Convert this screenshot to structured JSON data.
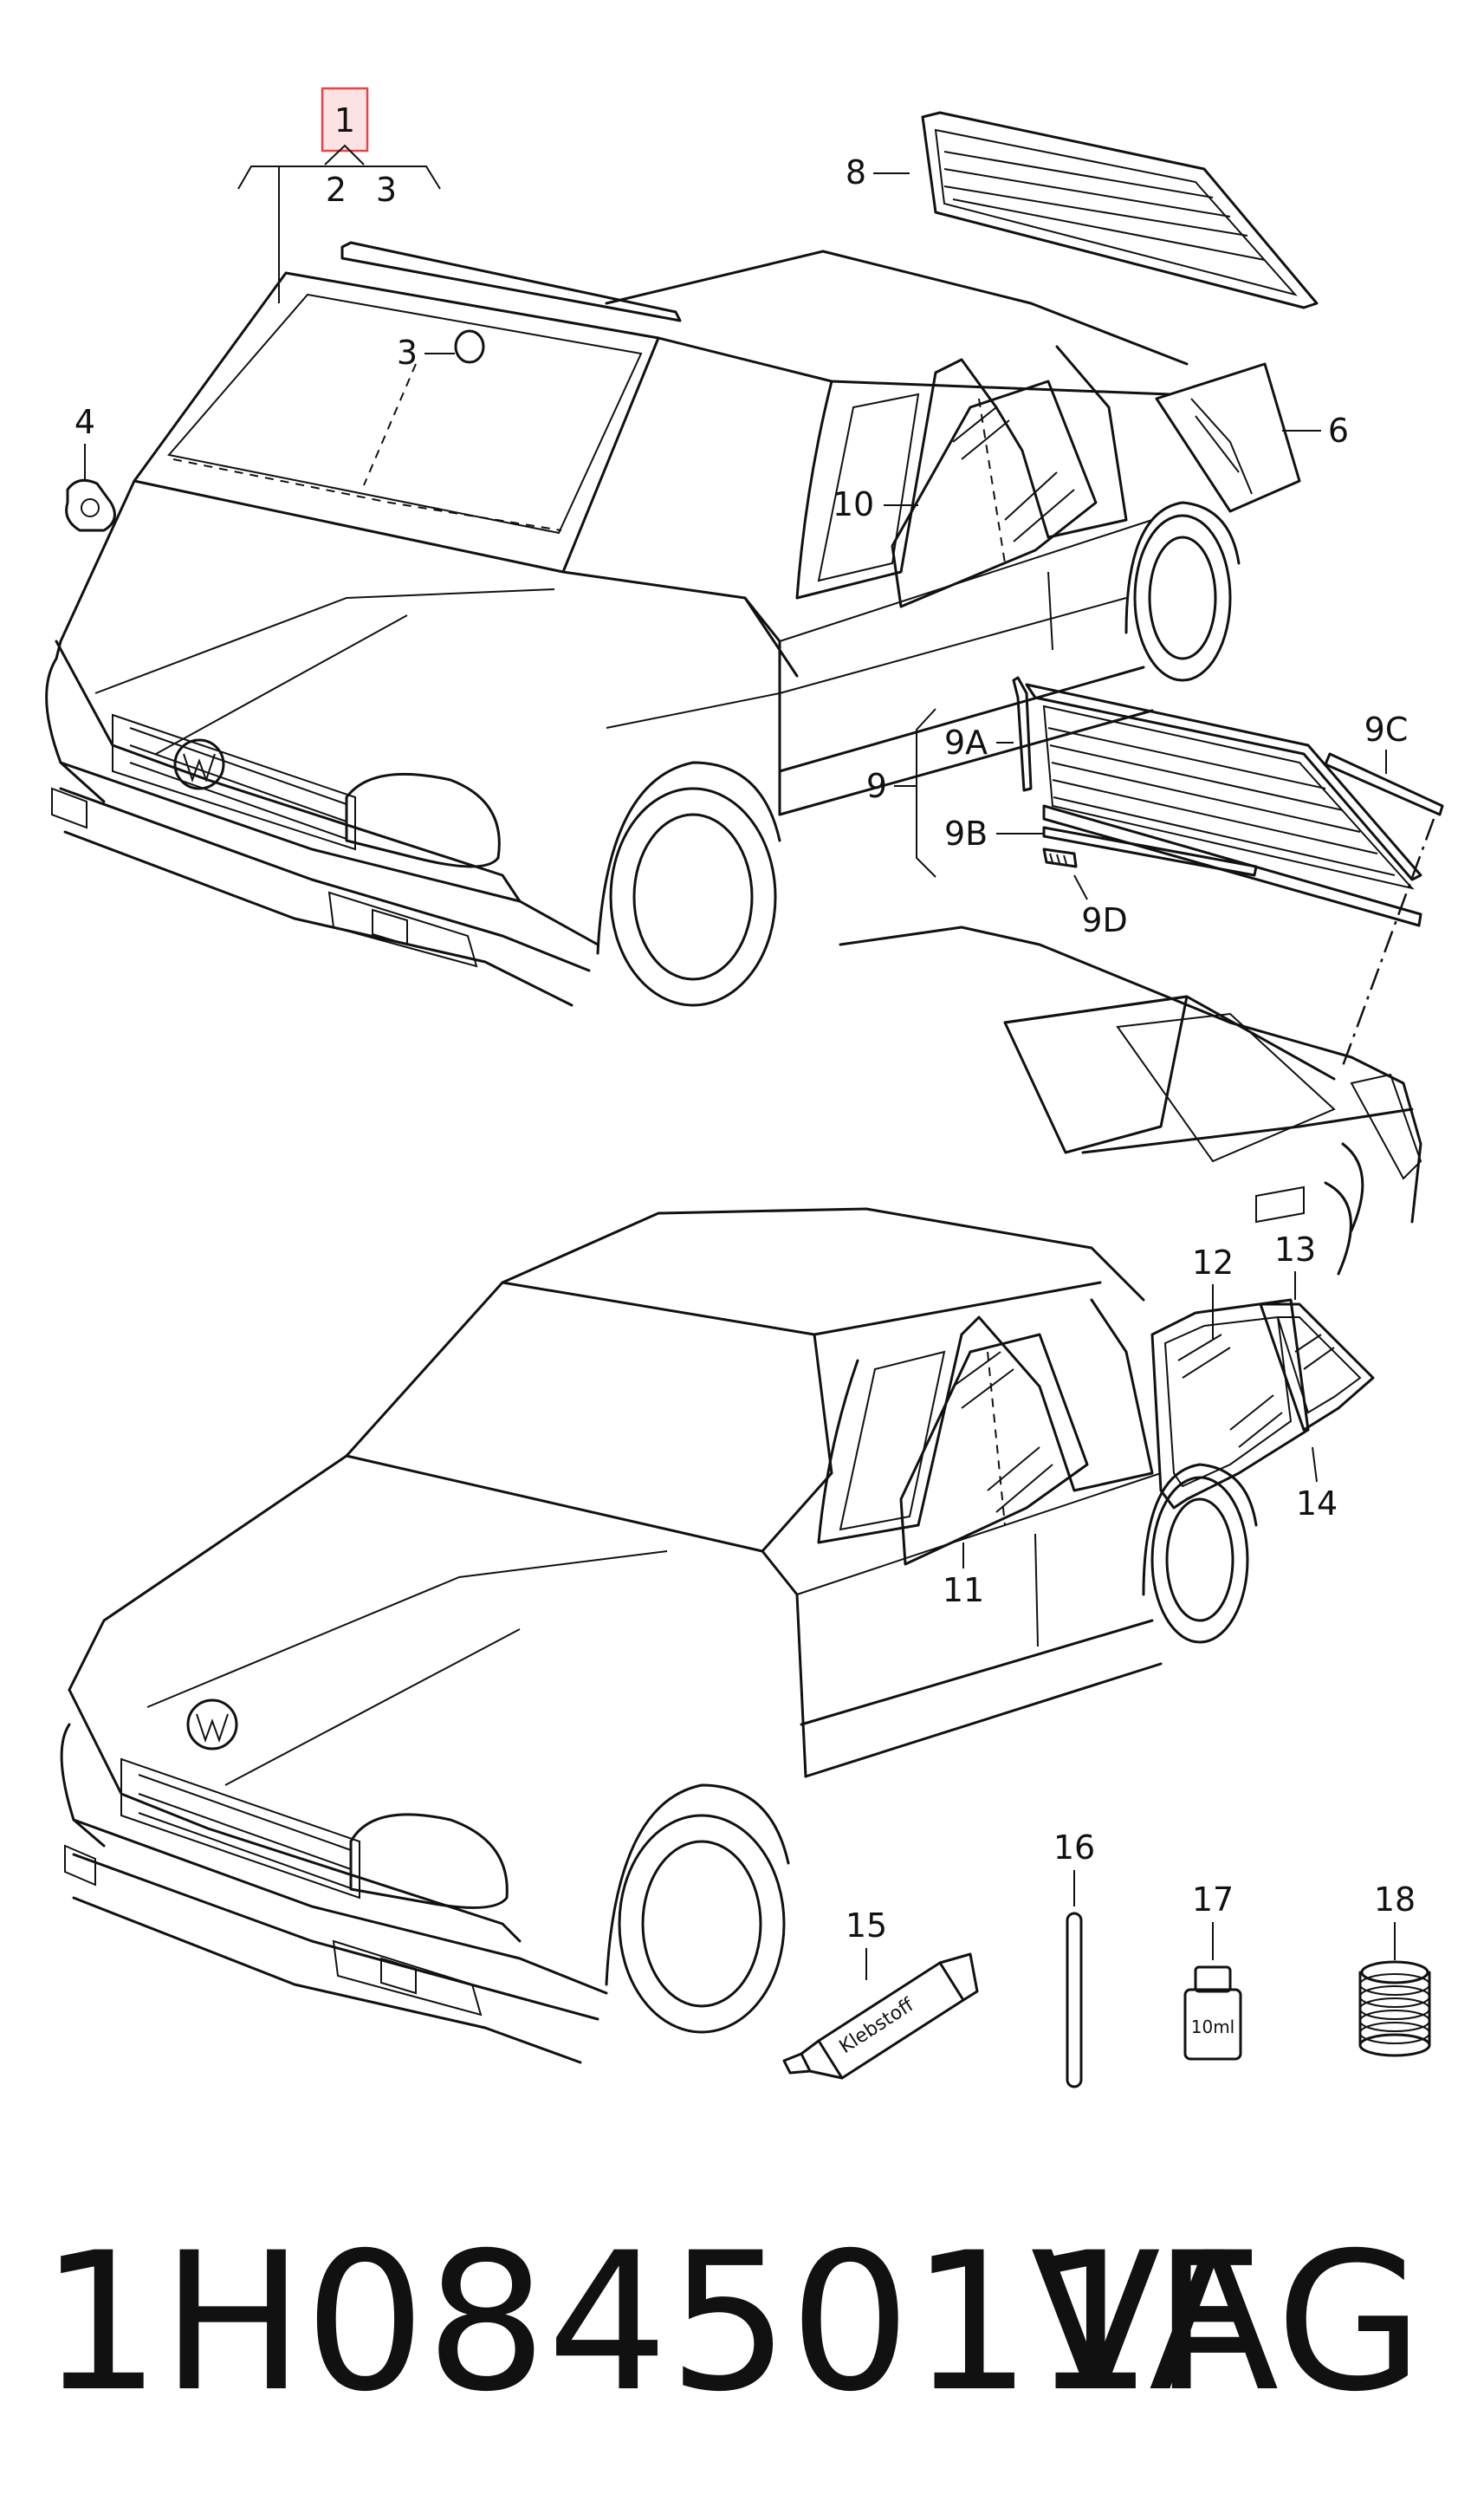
{
  "callouts": {
    "c1": "1",
    "c2": "2",
    "c3": "3",
    "c3b": "3",
    "c4": "4",
    "c6": "6",
    "c8": "8",
    "c9": "9",
    "c9a": "9A",
    "c9b": "9B",
    "c9c": "9C",
    "c9d": "9D",
    "c10": "10",
    "c11": "11",
    "c12": "12",
    "c13": "13",
    "c14": "14",
    "c15": "15",
    "c16": "16",
    "c17": "17",
    "c18": "18"
  },
  "product_labels": {
    "glue_tube": "Klebstoff",
    "bottle": "10ml"
  },
  "footer": {
    "part_number": "1H0845011F",
    "brand": "VAG"
  },
  "colors": {
    "highlight_border": "#e8444a",
    "highlight_fill": "#fbe3e4",
    "line": "#111111"
  }
}
